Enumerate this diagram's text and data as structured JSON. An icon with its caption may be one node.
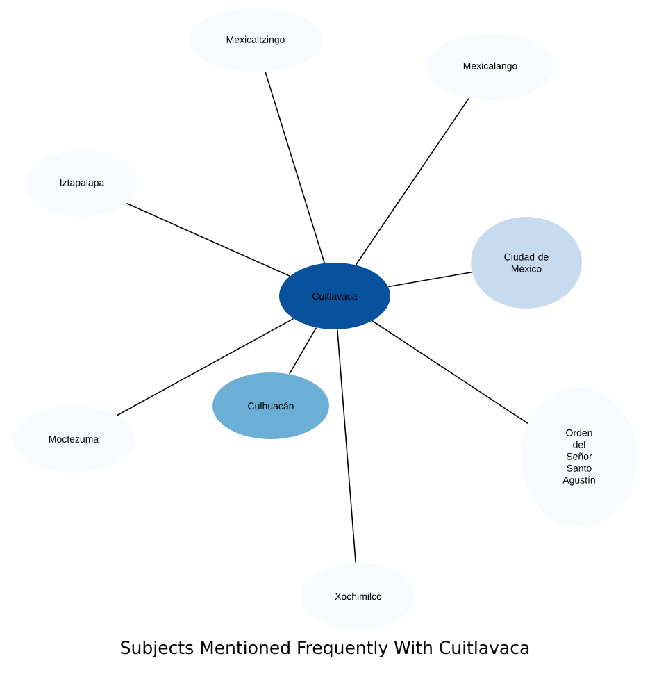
{
  "diagram": {
    "title": "Subjects Mentioned Frequently With Cuitlavaca",
    "nodes": [
      {
        "text": [
          "Cuitlavaca"
        ]
      },
      {
        "text": [
          "Mexicaltzingo"
        ]
      },
      {
        "text": [
          "Mexicalango"
        ]
      },
      {
        "text": [
          "Iztapalapa"
        ]
      },
      {
        "text": [
          "Ciudad de México"
        ]
      },
      {
        "text": [
          "Moctezuma"
        ]
      },
      {
        "text": [
          "Culhuacán"
        ]
      },
      {
        "text": [
          "Orden del Señor Santo Agustín"
        ]
      },
      {
        "text": [
          "Xochimilco"
        ]
      }
    ],
    "edges": [
      {
        "from": 0,
        "to": 1,
        "arrow": "none"
      },
      {
        "from": 0,
        "to": 2,
        "arrow": "none"
      },
      {
        "from": 0,
        "to": 3,
        "arrow": "none"
      },
      {
        "from": 0,
        "to": 4,
        "arrow": "none"
      },
      {
        "from": 0,
        "to": 5,
        "arrow": "none"
      },
      {
        "from": 0,
        "to": 6,
        "arrow": "none"
      },
      {
        "from": 0,
        "to": 7,
        "arrow": "none"
      },
      {
        "from": 0,
        "to": 8,
        "arrow": "none"
      }
    ]
  }
}
